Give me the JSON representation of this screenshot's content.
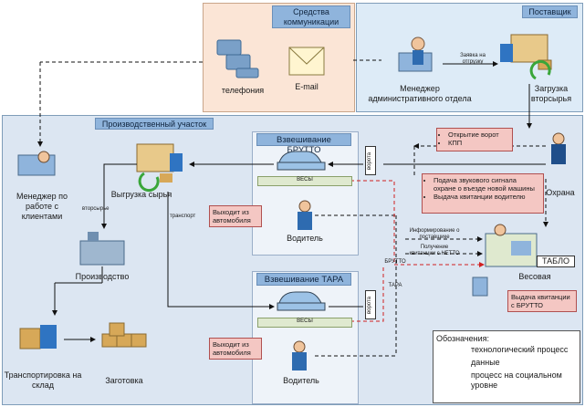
{
  "zones": {
    "comm": "Средства коммуникации",
    "supplier": "Поставщик",
    "production": "Производственный участок"
  },
  "comm": {
    "phone": "телефония",
    "email": "E-mail"
  },
  "supplier": {
    "manager": "Менеджер административного отдела",
    "request": "Заявка на отгрузку",
    "loading": "Загрузка вторсырья"
  },
  "gate": {
    "items": [
      "Открытие ворот",
      "КПП"
    ],
    "guard": "Охрана"
  },
  "signal": {
    "items": [
      "Подача звукового сигнала охране о въезде новой машины",
      "Выдача квитанции водителю"
    ]
  },
  "brutto": {
    "title": "Взвешивание БРУТТО",
    "scale": "ВЕСЫ",
    "gate": "ворота",
    "exit": "Выходит из автомобиля",
    "driver": "Водитель"
  },
  "tara": {
    "title": "Взвешивание ТАРА",
    "scale": "ВЕСЫ",
    "gate": "ворота",
    "exit": "Выходит из автомобиля",
    "driver": "Водитель"
  },
  "weigh": {
    "info": "Информирование о поставщике",
    "netto": "Получение квитанции с НЕТТО",
    "brutto_lbl": "БРУТТО",
    "tara_lbl": "ТАРА",
    "board": "ТАБЛО",
    "room": "Весовая",
    "receipt": "Выдача квитанции с БРУТТО"
  },
  "left": {
    "manager": "Менеджер по работе с клиентами",
    "unload": "Выгрузка сырья",
    "raw": "вторсырье",
    "transport": "транспорт",
    "production": "Производство",
    "transport_store": "Транспортировка на склад",
    "blank": "Заготовка"
  },
  "legend": {
    "title": "Обозначения:",
    "items": [
      "технологический процесс",
      "данные",
      "процесс на социальном уровне"
    ]
  },
  "colors": {
    "zone_fill": "#dce6f2",
    "comm_fill": "#fbe5d6",
    "supplier_fill": "#ddebf7",
    "pink": "#f4c7c3",
    "data_red": "#d02020"
  }
}
